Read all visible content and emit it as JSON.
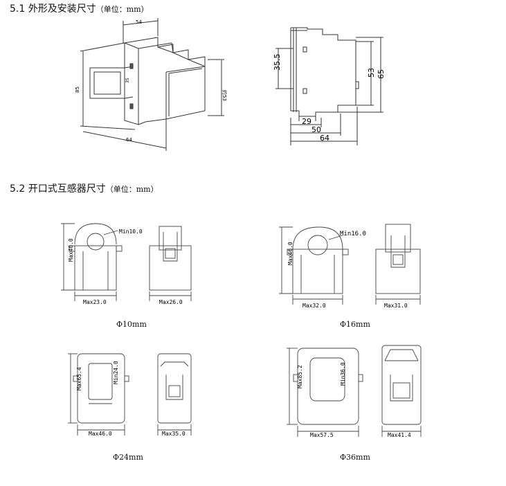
{
  "section_5_1": {
    "heading": "5.1 外形及安装尺寸",
    "unit": "（单位：mm）",
    "iso_dims": {
      "top": "54",
      "left": "85",
      "inner": "35",
      "right": "约53",
      "bottom": "64"
    },
    "front_dims": {
      "left": "35.5",
      "h1": "53",
      "h2": "65",
      "w1": "29",
      "w2": "50",
      "w3": "64"
    }
  },
  "section_5_2": {
    "heading": "5.2 开口式互感器尺寸",
    "unit": "（单位：mm）",
    "sensors": [
      {
        "caption": "Φ10mm",
        "min_label": "Min10.0",
        "max_h": "Max40.0",
        "max_w": "Max23.0",
        "side_w": "Max26.0"
      },
      {
        "caption": "Φ16mm",
        "min_label": "Min16.0",
        "max_h": "Max46.0",
        "max_w": "Max32.0",
        "side_w": "Max31.0"
      },
      {
        "caption": "Φ24mm",
        "min_label": "Min24.0",
        "max_h": "Max65.4",
        "max_w": "Max46.0",
        "side_w": "Max35.0"
      },
      {
        "caption": "Φ36mm",
        "min_label": "Min36.0",
        "max_h": "Max85.2",
        "max_w": "Max57.5",
        "side_w": "Max41.4"
      }
    ]
  }
}
